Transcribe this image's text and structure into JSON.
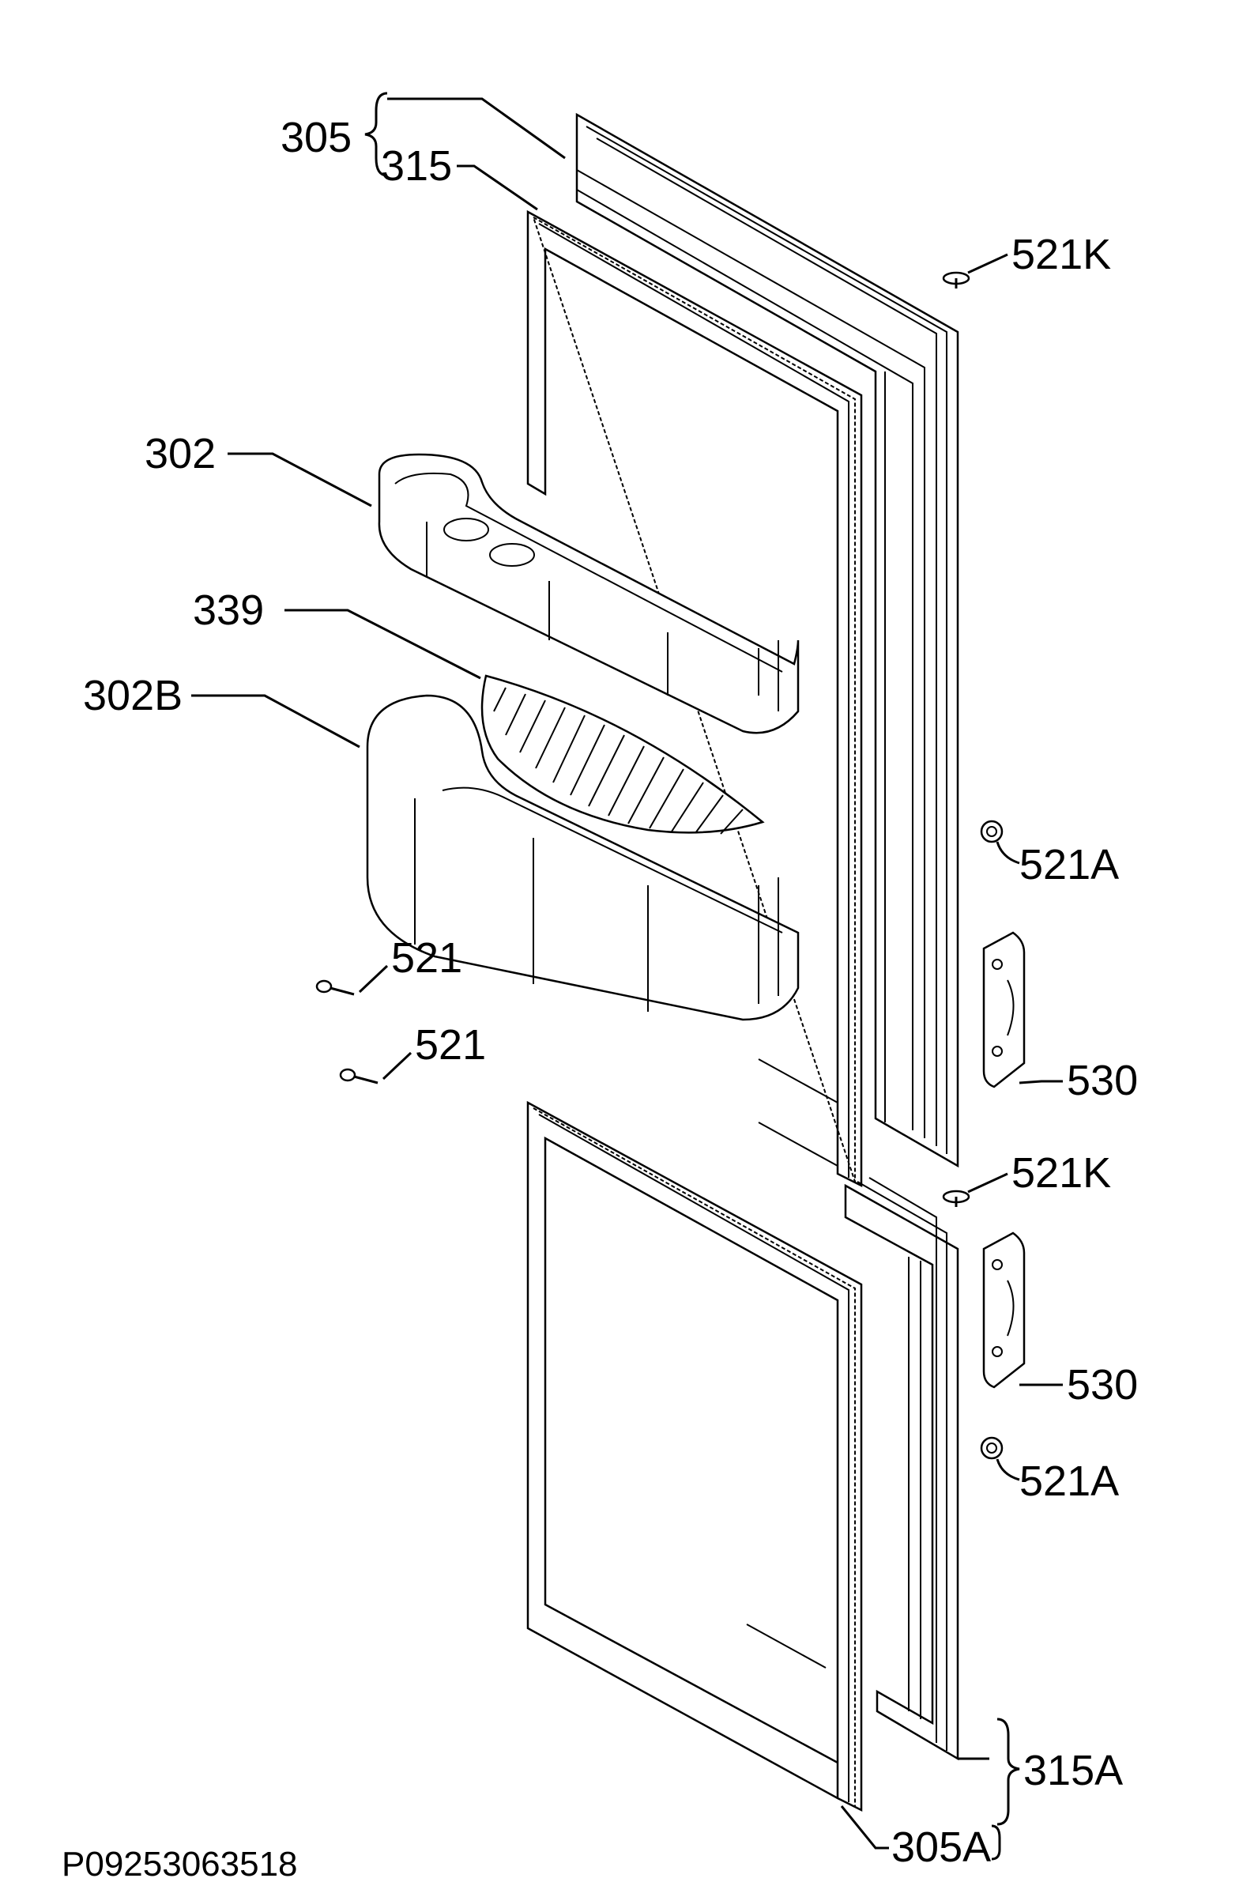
{
  "labels": {
    "l305": "305",
    "l315": "315",
    "l521k_top": "521K",
    "l302": "302",
    "l339": "339",
    "l302b": "302B",
    "l521a_top": "521A",
    "l521_a": "521",
    "l521_b": "521",
    "l530_top": "530",
    "l521k_mid": "521K",
    "l530_bot": "530",
    "l521a_bot": "521A",
    "l315a": "315A",
    "l305a": "305A"
  },
  "doc_number": "P09253063518"
}
